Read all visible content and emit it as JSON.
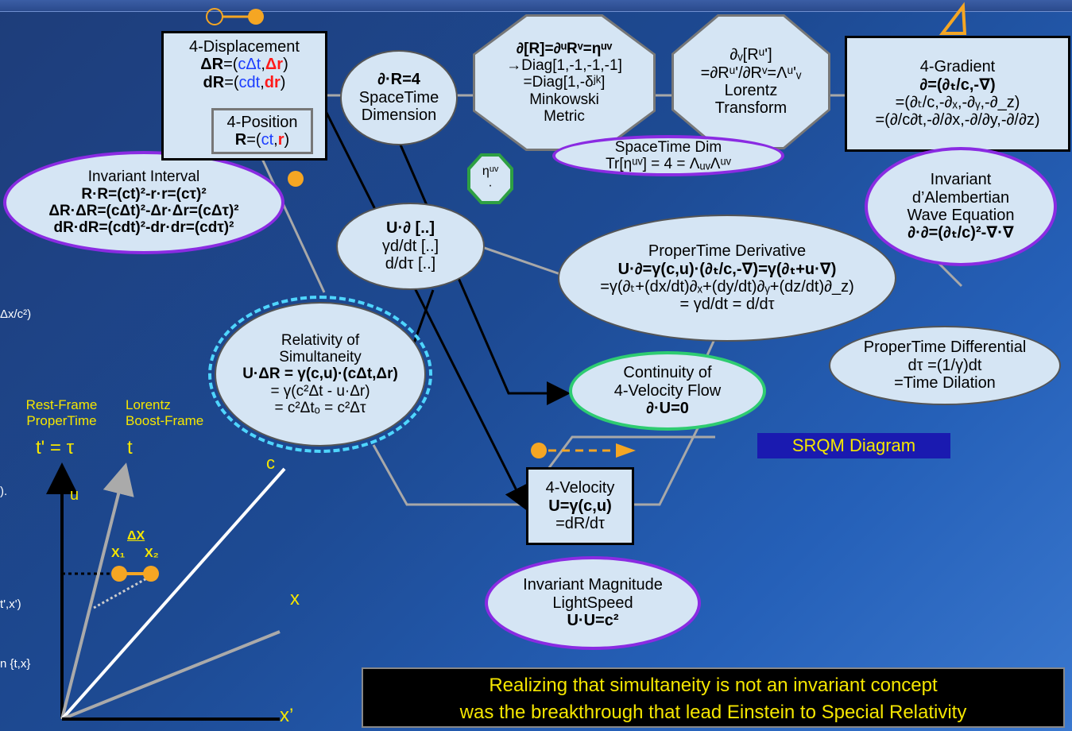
{
  "banner": {
    "line1": "Realizing that simultaneity is not an invariant concept",
    "line2": "was the breakthrough that lead Einstein to Special Relativity"
  },
  "diagram_label": "SRQM Diagram",
  "nodes": {
    "displacement": {
      "title": "4-Displacement",
      "l2a": "ΔR",
      "l2b": "=(",
      "l2c": "cΔt",
      ",": ",",
      "l2d": "Δr",
      "close": ")",
      "l3a": "dR",
      "l3b": "=(",
      "l3c": "cdt",
      "l3d": "dr",
      "pos_title": "4-Position",
      "pos_a": "R",
      "pos_b": "=(",
      "pos_c": "ct",
      "pos_d": "r"
    },
    "interval": {
      "title": "Invariant Interval",
      "l1": "R·R=(ct)²-r·r=(cτ)²",
      "l2": "ΔR·ΔR=(cΔt)²-Δr·Δr=(cΔτ)²",
      "l3": "dR·dR=(cdt)²-dr·dr=(cdτ)²"
    },
    "dimension": {
      "l1": "∂·R=4",
      "l2": "SpaceTime",
      "l3": "Dimension"
    },
    "metric": {
      "l1": "∂[R]=∂ᵘRᵛ=ηᵘᵛ",
      "l2": "→Diag[1,-1,-1,-1]",
      "l3": "=Diag[1,-δʲᵏ]",
      "l4": "Minkowski",
      "l5": "Metric"
    },
    "lorentz": {
      "l1": "∂ᵥ[Rᵘ']",
      "l2": "=∂Rᵘ'/∂Rᵛ=Λᵘ'ᵥ",
      "l3": "Lorentz",
      "l4": "Transform"
    },
    "gradient": {
      "title": "4-Gradient",
      "l2": "∂=(∂ₜ/c,-∇)",
      "l3": "=(∂ₜ/c,-∂ₓ,-∂ᵧ,-∂_z)",
      "l4": "=(∂/c∂t,-∂/∂x,-∂/∂y,-∂/∂z)"
    },
    "stdim": {
      "l1": "SpaceTime Dim",
      "l2": "Tr[ηᵘᵛ] = 4 = ΛᵤᵥΛᵘᵛ"
    },
    "dalembert": {
      "l1": "Invariant",
      "l2": "d’Alembertian",
      "l3": "Wave Equation",
      "l4": "∂·∂=(∂ₜ/c)²-∇·∇"
    },
    "eta": {
      "l1": "ηᵘᵛ",
      "l2": "·"
    },
    "operators": {
      "l1": "U·∂ [..]",
      "l2": "γd/dt [..]",
      "l3": "d/dτ [..]"
    },
    "propertime": {
      "title": "ProperTime Derivative",
      "l2": "U·∂=γ(c,u)·(∂ₜ/c,-∇)=γ(∂ₜ+u·∇)",
      "l3": "=γ(∂ₜ+(dx/dt)∂ₓ+(dy/dt)∂ᵧ+(dz/dt)∂_z)",
      "l4": "= γd/dt = d/dτ"
    },
    "simultaneity": {
      "l1": "Relativity of",
      "l2": "Simultaneity",
      "l3": "U·ΔR = γ(c,u)·(cΔt,Δr)",
      "l4": "= γ(c²Δt - u·Δr)",
      "l5": "= c²Δtₒ = c²Δτ"
    },
    "continuity": {
      "l1": "Continuity of",
      "l2": "4-Velocity Flow",
      "l3": "∂·U=0"
    },
    "velocity": {
      "title": "4-Velocity",
      "l2": "U=γ(c,u)",
      "l3": "=dR/dτ"
    },
    "magnitude": {
      "l1": "Invariant Magnitude",
      "l2": "LightSpeed",
      "l3": "U·U=c²"
    },
    "dilation": {
      "l1": "ProperTime Differential",
      "l2": "dτ =(1/γ)dt",
      "l3": "=Time Dilation"
    }
  },
  "spacetime": {
    "rest_label1": "Rest-Frame",
    "rest_label2": "ProperTime",
    "rest_axis": "t' = τ",
    "boost_label1": "Lorentz",
    "boost_label2": "Boost-Frame",
    "boost_axis": "t",
    "u_label": "u",
    "c_label": "c",
    "x_label": "x",
    "xp_label": "x’",
    "dx_label": "ΔX",
    "x1_label": "X₁",
    "x2_label": "X₂"
  },
  "left_fragments": {
    "f1": "Δx/c²)",
    "f2": ").",
    "f3": "t',x')",
    "f4": "n {t,x}"
  },
  "colors": {
    "bg": "#1d4a93",
    "node_fill": "#d5e5f4",
    "purple": "#8a2be2",
    "cyan": "#4fd6ff",
    "green": "#2ecc71",
    "orange": "#f5a623",
    "yellow": "#f5e600"
  }
}
